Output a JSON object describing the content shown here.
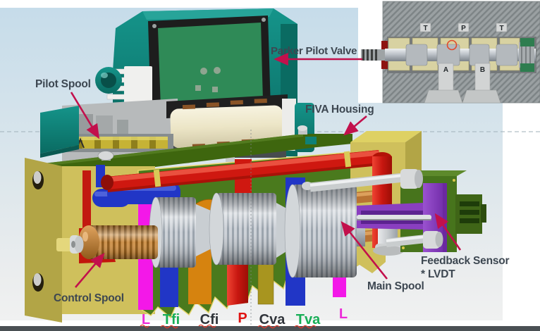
{
  "callouts": {
    "pilot_spool": "Pilot Spool",
    "parker_pilot_valve": "Parker Pilot Valve",
    "fiva_housing": "FIVA Housing",
    "control_spool": "Control Spool",
    "main_spool": "Main Spool",
    "feedback_sensor": "Feedback Sensor",
    "feedback_sensor_note": "* LVDT"
  },
  "ports": [
    {
      "label": "L",
      "color": "#ec2bd8"
    },
    {
      "label": "Tfi",
      "color": "#17ae56"
    },
    {
      "label": "Cfi",
      "color": "#30343a"
    },
    {
      "label": "P",
      "color": "#e01311"
    },
    {
      "label": "Cva",
      "color": "#30343a"
    },
    {
      "label": "Tva",
      "color": "#17ae56"
    },
    {
      "label": "L",
      "color": "#ec2bd8"
    }
  ],
  "inset": {
    "top_ports": [
      "T",
      "P",
      "T"
    ],
    "bottom_ports": [
      "A",
      "B"
    ]
  },
  "colors": {
    "annotation_arrow": "#c2104c",
    "label_text": "#3d4751",
    "port_underline": "#e03b2e",
    "pressure_channel_red": "#cf1810",
    "tank_channel_blue": "#2136c6",
    "leak_channel_magenta": "#f318e8",
    "cylinder_channel_orange": "#d6830f",
    "housing_yellow": "#cfc05c",
    "manifold_green": "#4a7a1d",
    "actuator_teal": "#0f8177",
    "lvdt_purple": "#8a3fc0",
    "spool_silver": "#c3c8ce",
    "control_spool_copper": "#b97333",
    "canvas_blue": "#c6dcea",
    "bottom_bar": "#4a5054"
  }
}
